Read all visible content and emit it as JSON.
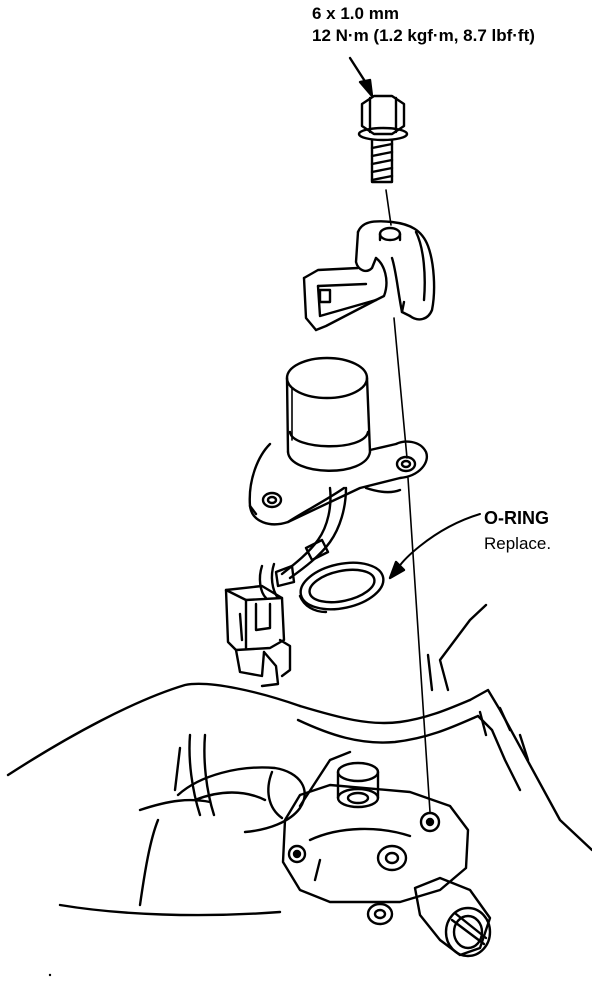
{
  "callouts": {
    "bolt": {
      "size": "6 x 1.0 mm",
      "torque": "12 N·m (1.2 kgf·m, 8.7 lbf·ft)"
    },
    "o_ring": {
      "title": "O-RING",
      "note": "Replace."
    }
  },
  "colors": {
    "ink": "#000000",
    "paper": "#ffffff"
  }
}
